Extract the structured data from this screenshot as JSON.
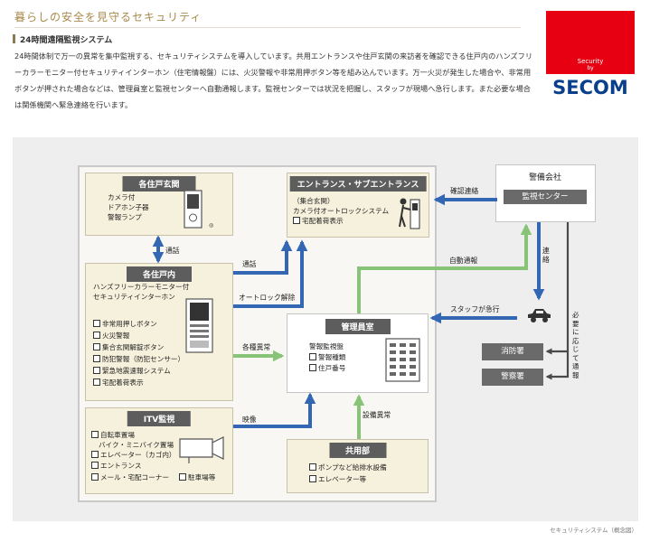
{
  "header": {
    "heading": "暮らしの安全を見守るセキュリティ",
    "section_title": "24時間遠隔監視システム",
    "paragraph": "24時間体制で万一の異常を集中監視する、セキュリティシステムを導入しています。共用エントランスや住戸玄関の来訪者を確認できる住戸内のハンズフリーカラーモニター付セキュリティインターホン（住宅情報盤）には、火災警報や非常用押ボタン等を組み込んでいます。万一火災が発生した場合や、非常用ボタンが押された場合などは、管理員室と監視センターへ自動通報します。監視センターでは状況を把握し、スタッフが現場へ急行します。また必要な場合は関係機関へ緊急連絡を行います。"
  },
  "logo": {
    "line1": "Security",
    "line2": "by",
    "wordmark": "SECOM"
  },
  "diagram": {
    "genkan": {
      "title": "各住戸玄関",
      "lines": [
        "カメラ付",
        "ドアホン子器",
        "警報ランプ"
      ]
    },
    "entrance": {
      "title": "エントランス・サブエントランス",
      "lines": [
        "（集合玄関）",
        "カメラ付オートロックシステム",
        "宅配着荷表示"
      ]
    },
    "security_company": {
      "title": "警備会社",
      "center": "監視センター"
    },
    "unit": {
      "title": "各住戸内",
      "subtitle": [
        "ハンズフリーカラーモニター付",
        "セキュリティインターホン"
      ],
      "items": [
        "非常用押しボタン",
        "火災警報",
        "集合玄関解錠ボタン",
        "防犯警報（防犯センサー）",
        "緊急地震速報システム",
        "宅配着荷表示"
      ]
    },
    "itv": {
      "title": "ITV監視",
      "items": [
        "自転車置場",
        "バイク・ミニバイク置場",
        "エレベーター（カゴ内）",
        "エントランス",
        "メール・宅配コーナー",
        "駐車場等"
      ]
    },
    "manager": {
      "title": "管理員室",
      "lines": [
        "警報監視盤",
        "警報種類",
        "住戸番号"
      ]
    },
    "common": {
      "title": "共用部",
      "items": [
        "ポンプなど給排水設備",
        "エレベーター等"
      ]
    },
    "fire": "消防署",
    "police": "警察署",
    "labels": {
      "kakunin": "確認連絡",
      "tsuwa1": "通話",
      "tsuwa2": "通話",
      "jido": "自動通報",
      "autolock": "オートロック解除",
      "staff": "スタッフが急行",
      "renraku": "連絡",
      "hitsuyo": "必要に応じて通報",
      "kakushu": "各種異常",
      "eizo": "映像",
      "setsubi": "設備異常"
    }
  },
  "caption": "セキュリティシステム（概念図）"
}
